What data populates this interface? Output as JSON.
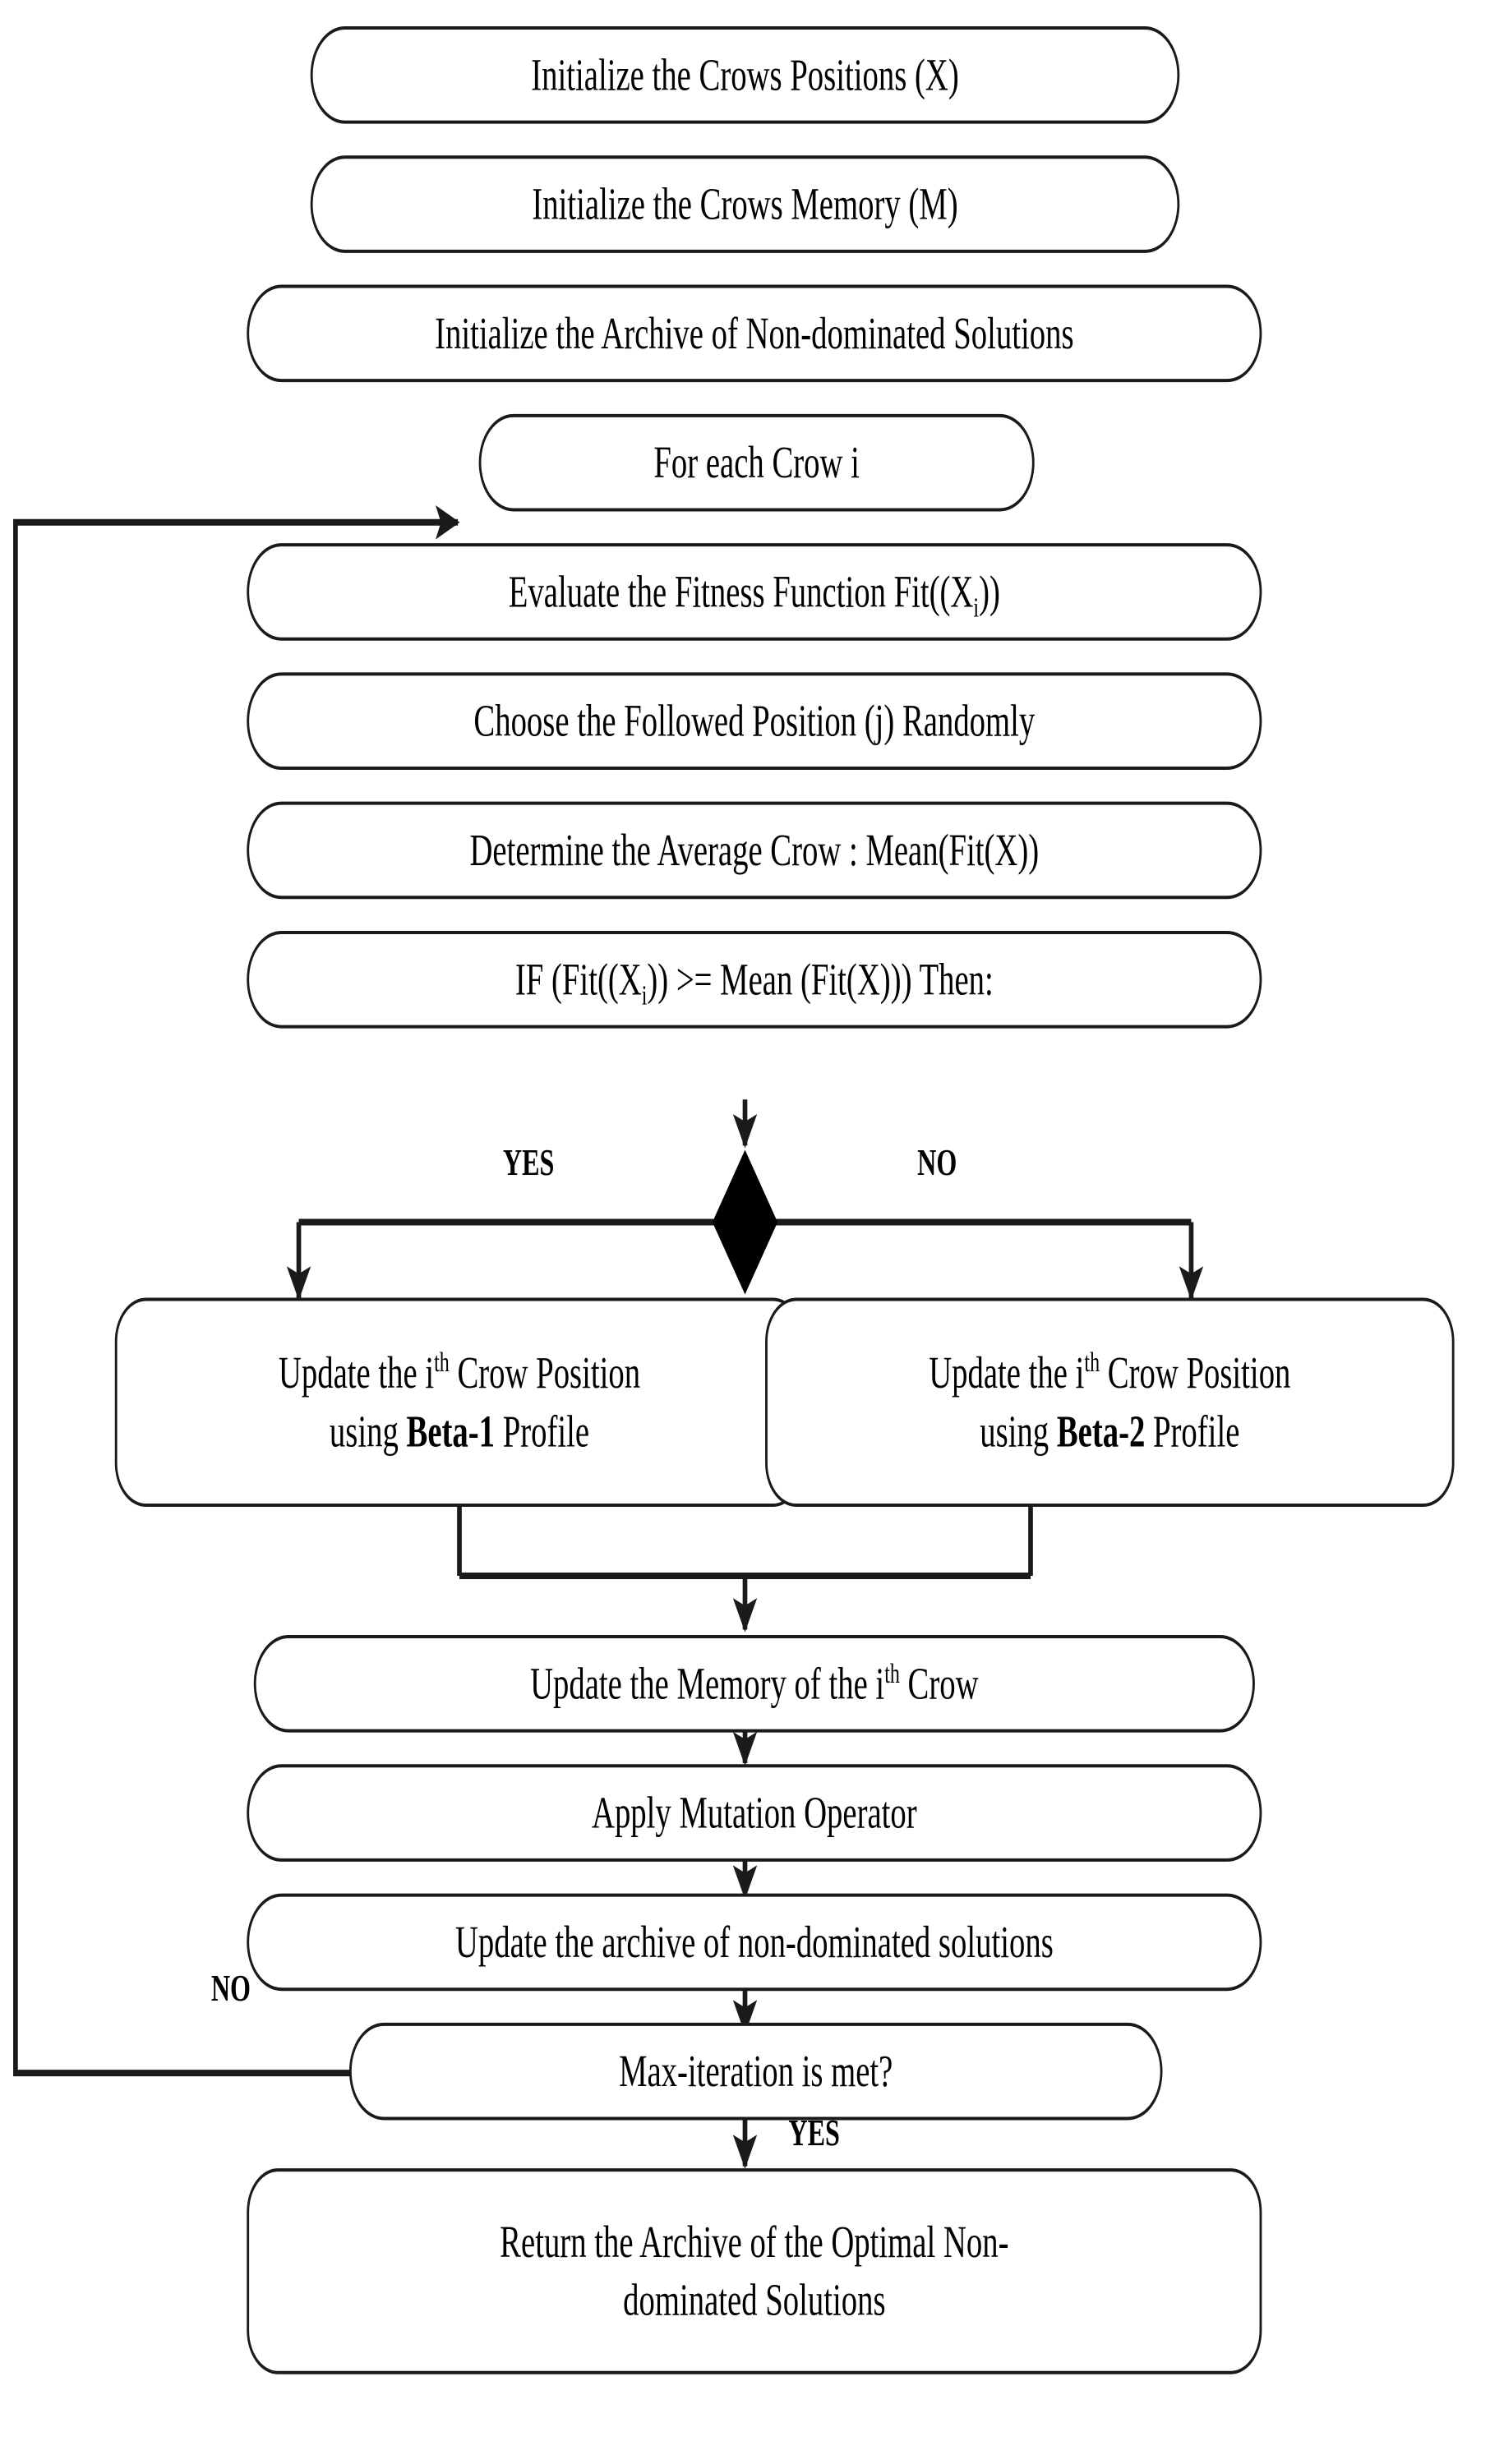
{
  "diagram": {
    "title": "Multi-Objective Crow Search Algorithm Flowchart",
    "type": "flowchart",
    "stroke_color": "#1a1a1a",
    "background_color": "#ffffff",
    "text_color": "#000000"
  },
  "nodes": [
    {
      "id": "init-positions",
      "label": "Initialize the Crows Positions (X)"
    },
    {
      "id": "init-memory",
      "label": "Initialize the Crows Memory (M)"
    },
    {
      "id": "init-archive",
      "label": "Initialize the Archive of Non-dominated Solutions"
    },
    {
      "id": "for-each-crow",
      "label": "For each Crow i"
    },
    {
      "id": "evaluate-fitness",
      "label_pre": "Evaluate the Fitness Function Fit((X",
      "label_sub": "i",
      "label_post": "))"
    },
    {
      "id": "choose-position",
      "label": "Choose the Followed Position (j) Randomly"
    },
    {
      "id": "determine-mean",
      "label": "Determine the Average Crow : Mean(Fit(X))"
    },
    {
      "id": "if-condition",
      "label_pre": "IF (Fit((X",
      "label_sub": "i",
      "label_post": ")) >= Mean (Fit(X))) Then:"
    },
    {
      "id": "update-beta1",
      "line1_pre": "Update the i",
      "line1_sup": "th",
      "line1_post": " Crow Position",
      "line2_pre": "using ",
      "line2_bold": "Beta-1",
      "line2_post": " Profile"
    },
    {
      "id": "update-beta2",
      "line1_pre": "Update the i",
      "line1_sup": "th",
      "line1_post": " Crow Position",
      "line2_pre": "using ",
      "line2_bold": "Beta-2",
      "line2_post": " Profile"
    },
    {
      "id": "update-memory",
      "label_pre": "Update the Memory of the i",
      "label_sup": "th",
      "label_post": " Crow"
    },
    {
      "id": "apply-mutation",
      "label": "Apply Mutation Operator"
    },
    {
      "id": "update-archive",
      "label": "Update the archive of non-dominated solutions"
    },
    {
      "id": "max-iteration",
      "label": "Max-iteration is met?"
    },
    {
      "id": "return-archive",
      "line1": "Return the Archive of the Optimal Non-",
      "line2": "dominated Solutions"
    }
  ],
  "edge_labels": {
    "branch_yes": "YES",
    "branch_no": "NO",
    "loop_no": "NO",
    "exit_yes": "YES"
  },
  "decision": {
    "id": "beta-decision-diamond",
    "shape": "filled-diamond",
    "fill": "#000000"
  }
}
